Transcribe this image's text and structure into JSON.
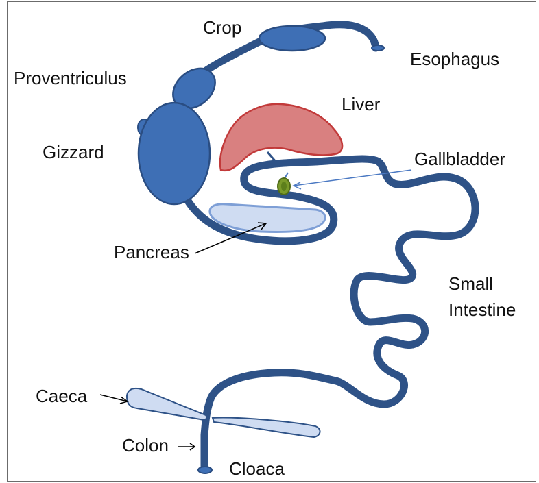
{
  "labels": {
    "crop": "Crop",
    "esophagus": "Esophagus",
    "proventriculus": "Proventriculus",
    "liver": "Liver",
    "gizzard": "Gizzard",
    "gallbladder": "Gallbladder",
    "pancreas": "Pancreas",
    "small_intestine_1": "Small",
    "small_intestine_2": "Intestine",
    "caeca": "Caeca",
    "colon": "Colon",
    "cloaca": "Cloaca"
  },
  "colors": {
    "tract": "#2e5287",
    "organ_fill": "#3e6fb5",
    "organ_stroke": "#2a4d82",
    "liver_fill": "#d98080",
    "liver_stroke": "#c23a3a",
    "pancreas_fill": "#cfdcf2",
    "pancreas_stroke": "#7e9fd6",
    "gallbladder_fill": "#7a9a2a",
    "gallbladder_stroke": "#4f6b1a",
    "pointer_blue": "#4a78c2",
    "pointer_black": "#000000"
  }
}
